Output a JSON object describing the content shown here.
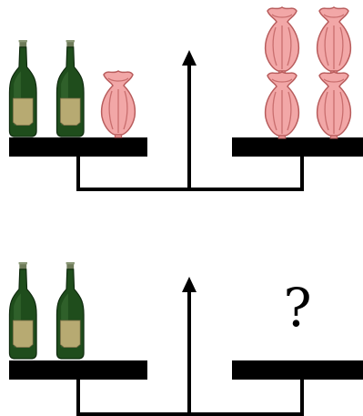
{
  "question_mark": "?",
  "colors": {
    "bottle_glass": "#1f4d1c",
    "bottle_label": "#b7aa72",
    "vase": "#f2a7a7",
    "structure": "#000000"
  },
  "icons": [
    "wine-bottle-icon",
    "vase-icon"
  ],
  "scales": [
    {
      "name": "top",
      "left_pan": [
        {
          "item": "bottle",
          "count": 2
        },
        {
          "item": "vase",
          "count": 1
        }
      ],
      "right_pan": [
        {
          "item": "vase",
          "count": 4
        }
      ]
    },
    {
      "name": "bottom",
      "left_pan": [
        {
          "item": "bottle",
          "count": 2
        }
      ],
      "right_pan": "unknown"
    }
  ]
}
